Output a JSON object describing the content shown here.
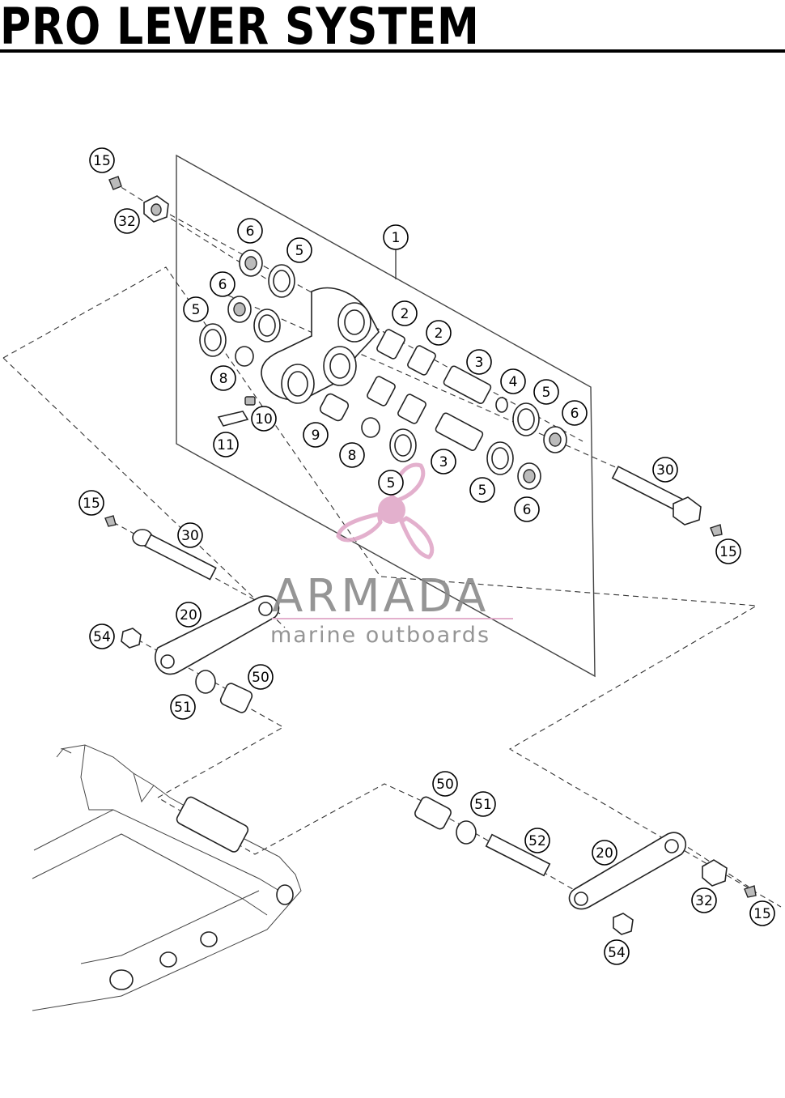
{
  "title": "PRO LEVER SYSTEM",
  "watermark": {
    "brand": "ARMADA",
    "tagline": "marine outboards",
    "logo_color": "#e0a8c8",
    "logo_icon": "propeller-logo-icon"
  },
  "callouts": [
    {
      "id": "callout-15-a",
      "label": "15"
    },
    {
      "id": "callout-32-a",
      "label": "32"
    },
    {
      "id": "callout-6-a",
      "label": "6"
    },
    {
      "id": "callout-5-a",
      "label": "5"
    },
    {
      "id": "callout-1",
      "label": "1"
    },
    {
      "id": "callout-6-b",
      "label": "6"
    },
    {
      "id": "callout-5-b",
      "label": "5"
    },
    {
      "id": "callout-2-a",
      "label": "2"
    },
    {
      "id": "callout-2-b",
      "label": "2"
    },
    {
      "id": "callout-3-a",
      "label": "3"
    },
    {
      "id": "callout-4",
      "label": "4"
    },
    {
      "id": "callout-5-c",
      "label": "5"
    },
    {
      "id": "callout-6-c",
      "label": "6"
    },
    {
      "id": "callout-8-a",
      "label": "8"
    },
    {
      "id": "callout-10",
      "label": "10"
    },
    {
      "id": "callout-9",
      "label": "9"
    },
    {
      "id": "callout-11",
      "label": "11"
    },
    {
      "id": "callout-8-b",
      "label": "8"
    },
    {
      "id": "callout-3-b",
      "label": "3"
    },
    {
      "id": "callout-5-d",
      "label": "5"
    },
    {
      "id": "callout-5-e",
      "label": "5"
    },
    {
      "id": "callout-6-d",
      "label": "6"
    },
    {
      "id": "callout-30-a",
      "label": "30"
    },
    {
      "id": "callout-15-b",
      "label": "15"
    },
    {
      "id": "callout-15-c",
      "label": "15"
    },
    {
      "id": "callout-30-b",
      "label": "30"
    },
    {
      "id": "callout-20-a",
      "label": "20"
    },
    {
      "id": "callout-54-a",
      "label": "54"
    },
    {
      "id": "callout-50-a",
      "label": "50"
    },
    {
      "id": "callout-51-a",
      "label": "51"
    },
    {
      "id": "callout-50-b",
      "label": "50"
    },
    {
      "id": "callout-51-b",
      "label": "51"
    },
    {
      "id": "callout-52",
      "label": "52"
    },
    {
      "id": "callout-20-b",
      "label": "20"
    },
    {
      "id": "callout-32-b",
      "label": "32"
    },
    {
      "id": "callout-15-d",
      "label": "15"
    },
    {
      "id": "callout-54-b",
      "label": "54"
    }
  ]
}
